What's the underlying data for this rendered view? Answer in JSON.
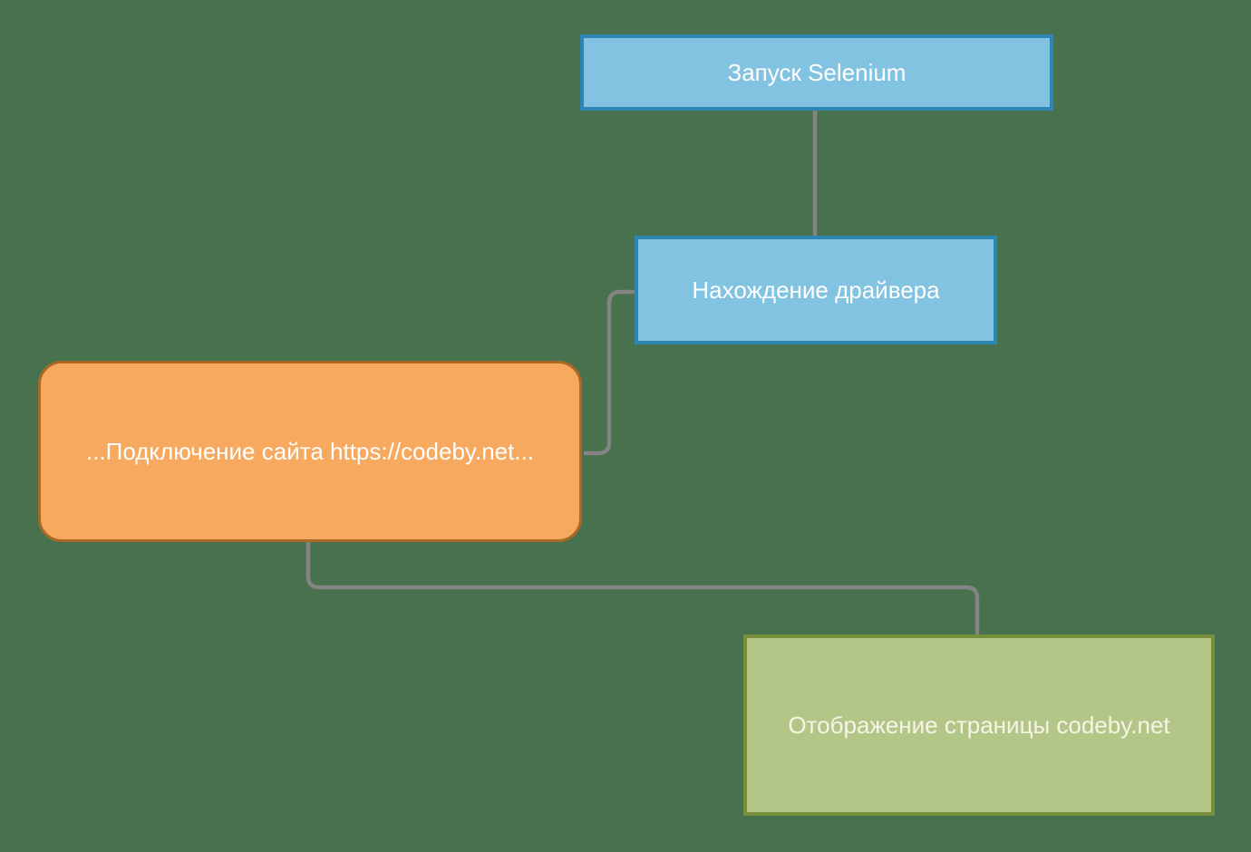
{
  "colors": {
    "background": "#48724e",
    "connector": "#848484"
  },
  "diagram": {
    "nodes": [
      {
        "id": "launch-selenium",
        "label": "Запуск Selenium",
        "shape": "rectangle",
        "fill": "#82c3e1",
        "border": "#2b86b3",
        "text_color": "#ffffff"
      },
      {
        "id": "find-driver",
        "label": "Нахождение драйвера",
        "shape": "rectangle",
        "fill": "#82c3e1",
        "border": "#2b86b3",
        "text_color": "#ffffff"
      },
      {
        "id": "connect-site",
        "label": "...Подключение сайта https://codeby.net...",
        "shape": "rounded-rectangle",
        "fill": "#f6a95f",
        "border": "#aa6826",
        "text_color": "#ffffff"
      },
      {
        "id": "display-page",
        "label": "Отображение страницы codeby.net",
        "shape": "rectangle",
        "fill": "#b2c787",
        "border": "#76903c",
        "text_color": "#f7f3e7"
      }
    ],
    "edges": [
      {
        "from": "launch-selenium",
        "to": "find-driver"
      },
      {
        "from": "find-driver",
        "to": "connect-site"
      },
      {
        "from": "connect-site",
        "to": "display-page"
      }
    ]
  }
}
